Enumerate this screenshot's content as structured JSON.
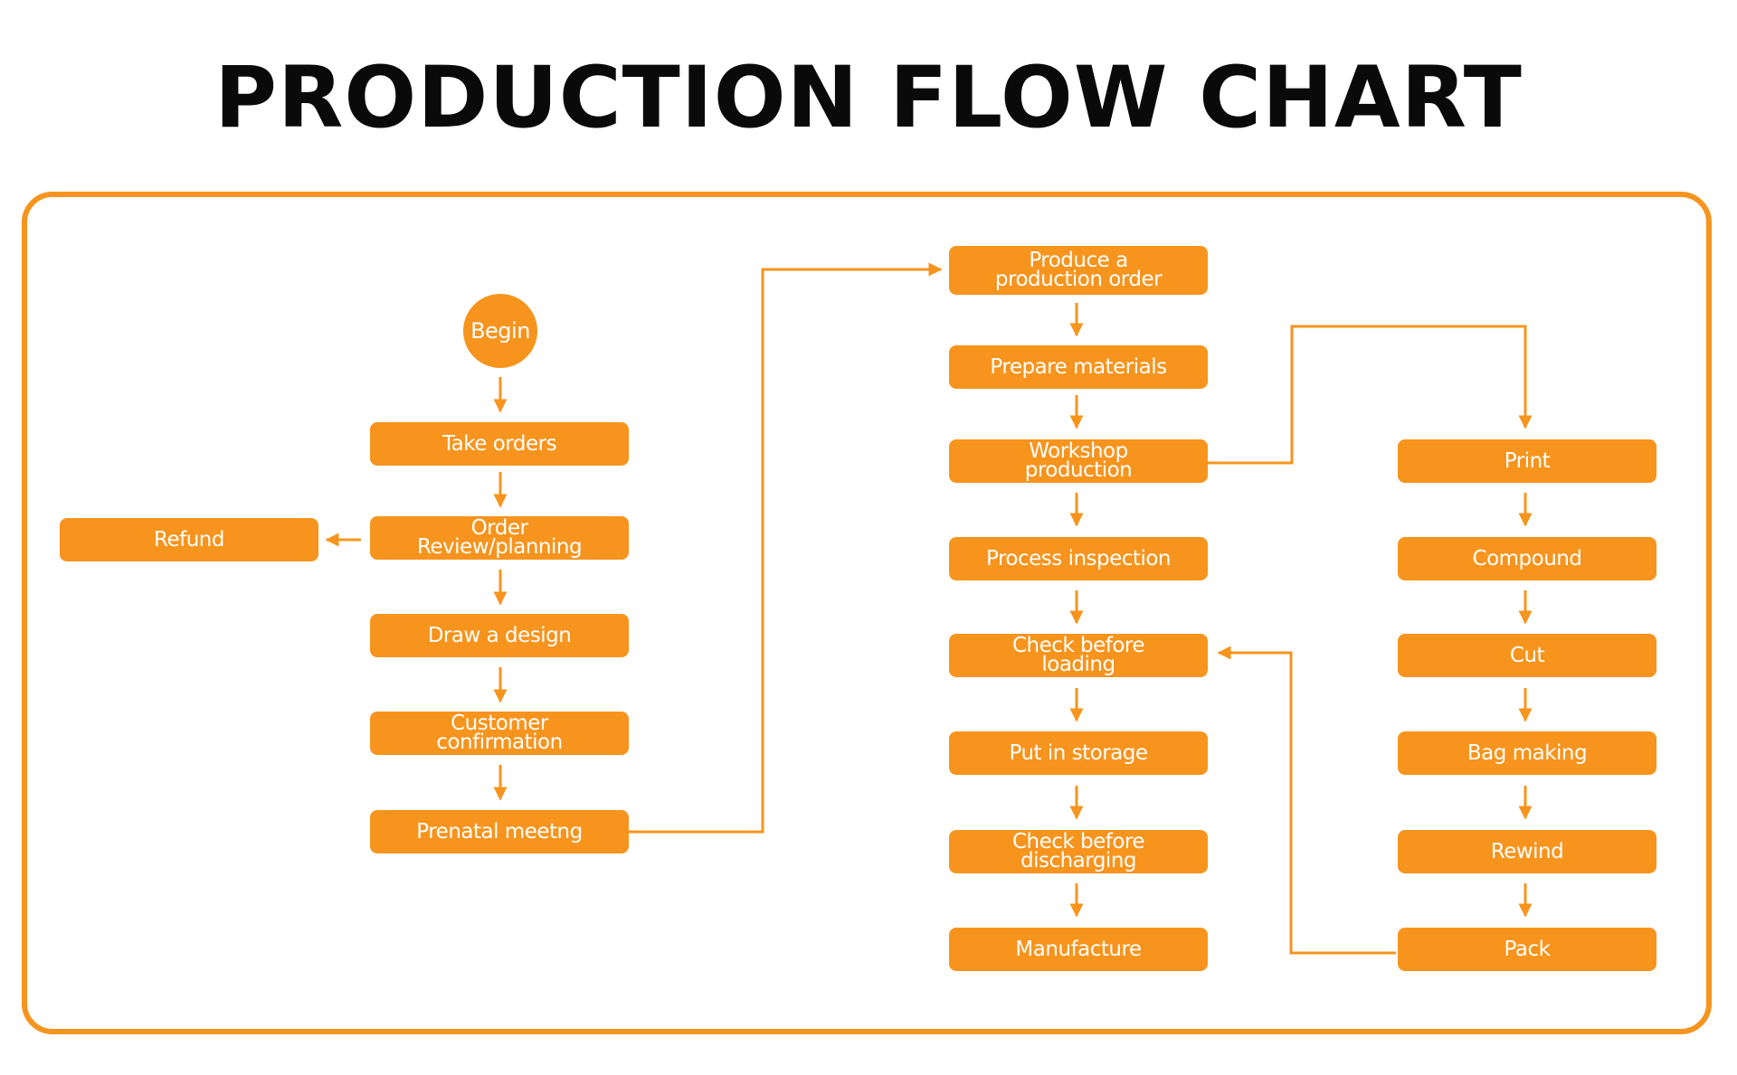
{
  "title": "PRODUCTION FLOW CHART",
  "colors": {
    "accent": "#f7941d",
    "text_on_accent": "#ffffff",
    "title": "#0a0a0a"
  },
  "nodes": {
    "begin": "Begin",
    "take_orders": "Take orders",
    "order_review": "Order\nReview/planning",
    "refund": "Refund",
    "draw_design": "Draw a design",
    "customer_confirmation": "Customer\nconfirmation",
    "prenatal_meeting": "Prenatal meetng",
    "produce_order": "Produce a\nproduction order",
    "prepare_materials": "Prepare materials",
    "workshop_production": "Workshop\nproduction",
    "process_inspection": "Process inspection",
    "check_loading": "Check before\nloading",
    "put_storage": "Put in storage",
    "check_discharging": "Check before\ndischarging",
    "manufacture": "Manufacture",
    "print": "Print",
    "compound": "Compound",
    "cut": "Cut",
    "bag_making": "Bag making",
    "rewind": "Rewind",
    "pack": "Pack"
  }
}
